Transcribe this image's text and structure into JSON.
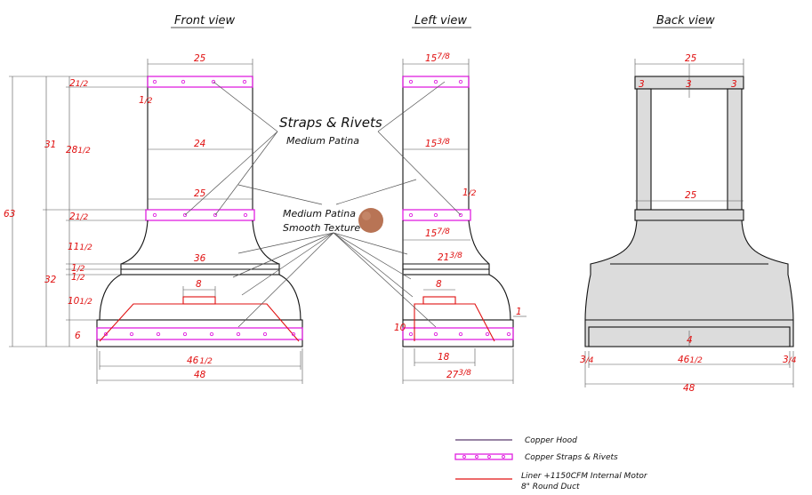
{
  "views": {
    "front": "Front view",
    "left": "Left view",
    "back": "Back view"
  },
  "front_dims": {
    "top_width": "25",
    "mid_width": "24",
    "lower_strap_width": "25",
    "shelf_width": "36",
    "liner_box_width": "8",
    "inner_width": "46",
    "inner_width_frac": "1/2",
    "base_width": "48",
    "total_height": "63",
    "upper_height": "31",
    "lower_height": "32",
    "strap_top": "2",
    "strap_top_frac": "1/2",
    "strap_offset": "1",
    "strap_offset_frac": "/2",
    "upper_section": "28",
    "upper_section_frac": "1/2",
    "strap_low": "2",
    "strap_low_frac": "1/2",
    "curve_1": "11",
    "curve_1_frac": "1/2",
    "shelf_1": "1",
    "shelf_1_frac": "/2",
    "shelf_2": "1",
    "shelf_2_frac": "/2",
    "curve_2": "10",
    "curve_2_frac": "1/2",
    "base_height": "6"
  },
  "left_dims": {
    "top_depth": "15",
    "top_depth_frac": "7/8",
    "mid_depth": "15",
    "mid_depth_frac": "3/8",
    "strap_offset": "1",
    "strap_offset_frac": "/2",
    "lower_depth": "15",
    "lower_depth_frac": "7/8",
    "shelf_depth": "21",
    "shelf_depth_frac": "3/8",
    "liner_box": "8",
    "small_1": "1",
    "base_left": "10",
    "liner_depth": "18",
    "base_depth": "27",
    "base_depth_frac": "3/8"
  },
  "back_dims": {
    "top_width": "25",
    "frame_left": "3",
    "frame_mid": "3",
    "frame_right": "3",
    "lower_top_width": "25",
    "base_height": "4",
    "side_left": "3",
    "side_left_frac": "/4",
    "inner_width": "46",
    "inner_width_frac": "1/2",
    "side_right": "3",
    "side_right_frac": "/4",
    "total_width": "48"
  },
  "notes": {
    "straps_line1": "Straps & Rivets",
    "straps_line2": "Medium Patina",
    "body_line1": "Medium Patina",
    "body_line2": "Smooth Texture"
  },
  "swatch_color": "#b87455",
  "legend": {
    "copper_hood": "Copper Hood",
    "straps": "Copper Straps & Rivets",
    "liner_line1": "Liner +1150CFM Internal Motor",
    "liner_line2": "8\" Round Duct"
  },
  "colors": {
    "hood_line": "#111111",
    "strap": "#e020e0",
    "liner": "#e01010",
    "legend_hood": "#5a3a6e"
  }
}
